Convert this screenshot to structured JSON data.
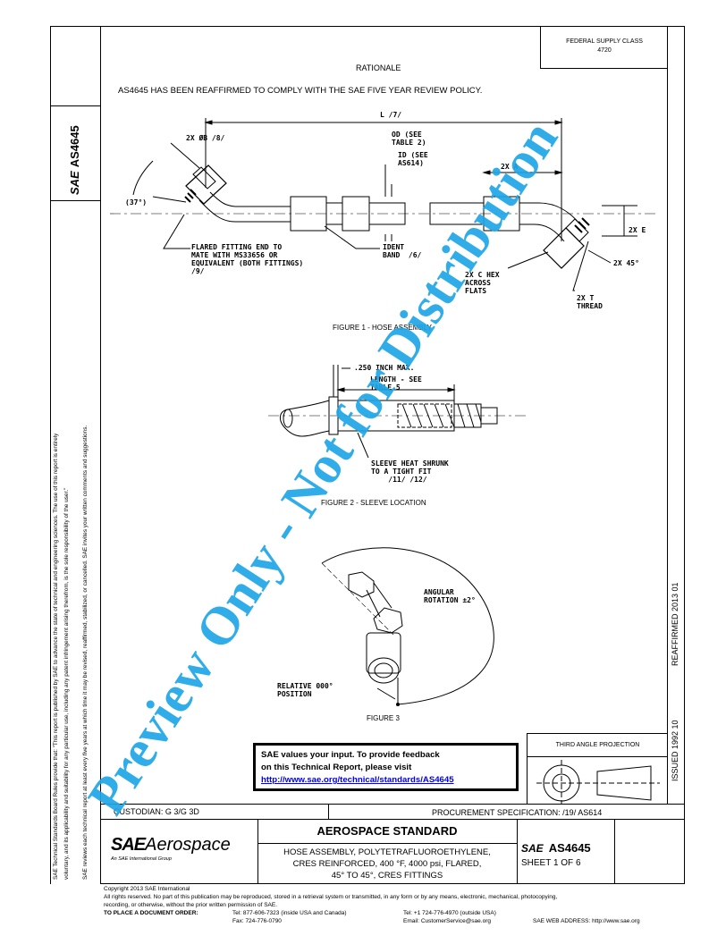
{
  "header": {
    "federal_supply_class_label": "FEDERAL SUPPLY CLASS",
    "federal_supply_class_value": "4720",
    "rationale_title": "RATIONALE",
    "rationale_text": "AS4645 HAS BEEN REAFFIRMED TO COMPLY WITH THE SAE FIVE YEAR REVIEW POLICY."
  },
  "side_strip": {
    "logo": "SAE",
    "doc_number": "AS4645",
    "rules_line_1": "SAE Technical Standards Board Rules provide that: \"This report is published by SAE to advance the state of technical and engineering sciences. The use of this report is entirely",
    "rules_line_2": "voluntary, and its applicability and suitability for any particular use, including any patent infringement arising therefrom, is the sole responsibility of the user.\"",
    "rules_line_3": "SAE reviews each technical report at least every five years at which time it may be revised, reaffirmed, stabilized, or cancelled. SAE invites your written comments and suggestions."
  },
  "right_strip": {
    "issued": "ISSUED 1992 10",
    "reaffirmed": "REAFFIRMED 2013 01"
  },
  "figure1": {
    "caption": "FIGURE 1 - HOSE ASSEMBLY",
    "labels": {
      "length": "L /7/",
      "diameter": "2X ØB /8/",
      "angle": "(37°)",
      "od": "OD (SEE\nTABLE 2)",
      "id": "ID (SEE\nAS614)",
      "a": "2X A",
      "e": "2X E",
      "angle45": "2X 45°",
      "hex": "2X C HEX\nACROSS\nFLATS",
      "thread": "2X T\nTHREAD",
      "flared": "FLARED FITTING END TO\nMATE WITH MS33656 OR\nEQUIVALENT (BOTH FITTINGS)\n/9/",
      "ident": "IDENT\nBAND  /6/"
    }
  },
  "figure2": {
    "caption": "FIGURE 2 - SLEEVE LOCATION",
    "labels": {
      "max": ".250 INCH MAX.",
      "length": "LENGTH - SEE\nTABLE 5",
      "sleeve": "SLEEVE HEAT SHRUNK\nTO A TIGHT FIT\n    /11/ /12/"
    }
  },
  "figure3": {
    "caption": "FIGURE 3",
    "labels": {
      "rotation": "ANGULAR\nROTATION ±2°",
      "relative": "RELATIVE 000°\nPOSITION"
    }
  },
  "feedback": {
    "line1": "SAE values your input. To provide feedback",
    "line2": "on this Technical Report, please visit",
    "link": "http://www.sae.org/technical/standards/AS4645"
  },
  "projection": {
    "title": "THIRD ANGLE PROJECTION"
  },
  "title_block": {
    "custodian": "CUSTODIAN: G 3/G 3D",
    "procurement": "PROCUREMENT SPECIFICATION: /19/ AS614",
    "logo_sae": "SAE",
    "logo_aerospace": "Aerospace",
    "logo_sub": "An SAE International Group",
    "standard_title": "AEROSPACE STANDARD",
    "desc_line1": "HOSE ASSEMBLY, POLYTETRAFLUOROETHYLENE,",
    "desc_line2": "CRES REINFORCED, 400 °F, 4000 psi, FLARED,",
    "desc_line3": "45° TO 45°, CRES FITTINGS",
    "doc_logo": "SAE",
    "doc_number": "AS4645",
    "sheet": "SHEET 1 OF 6"
  },
  "footer": {
    "copyright": "Copyright 2013 SAE International",
    "rights_1": "All rights reserved. No part of this publication may be reproduced, stored in a retrieval system or transmitted, in any form or by any means, electronic, mechanical, photocopying,",
    "rights_2": "recording, or otherwise, without the prior written permission of SAE.",
    "order_label": "TO PLACE A DOCUMENT ORDER:",
    "tel_inside": "Tel: 877-606-7323 (inside USA and Canada)",
    "tel_outside": "Tel: +1 724-776-4970 (outside USA)",
    "fax": "Fax: 724-776-0790",
    "email": "Email: CustomerService@sae.org",
    "web": "SAE WEB ADDRESS: http://www.sae.org"
  },
  "watermark": {
    "text": "Preview Only - Not for Distribution",
    "color": "#1ea6e6"
  }
}
